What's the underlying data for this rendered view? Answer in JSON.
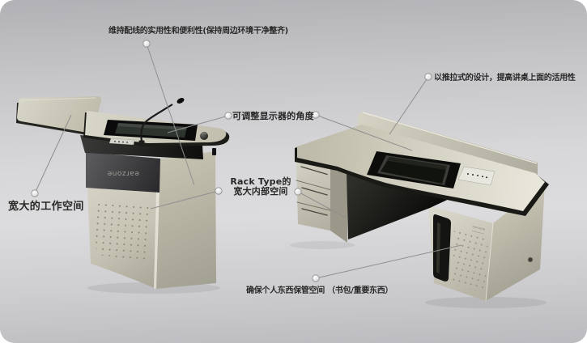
{
  "annotations": {
    "cable": "维持配线的实用性和便利性(保持周边环境干净整齐)",
    "sliding": "以推拉式的设计，提高讲桌上面的活用性",
    "monitor_angle": "可调整显示器的角度",
    "work_space": "宽大的工作空间",
    "rack_line1": "Rack Type的",
    "rack_line2": "宽大内部空间",
    "storage": "确保个人东西保管空间 （书包/重要东西）"
  },
  "brand": {
    "logo": "earzone"
  },
  "colors": {
    "background_top": "#b1b1b5",
    "background_middle": "#dcdcde",
    "background_bottom": "#bbbbbf",
    "desk_surface": "#cfccba",
    "desk_trim": "#1b1b18",
    "dark_band": "#47474a",
    "label_text": "#262626",
    "callout_line": "#8f8f8f"
  }
}
